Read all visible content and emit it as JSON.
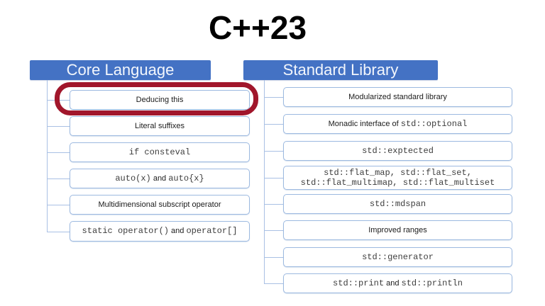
{
  "title": "C++23",
  "columns": [
    {
      "id": "core-language",
      "header": "Core Language",
      "items": [
        {
          "highlighted": true,
          "lines": [
            [
              {
                "text": "Deducing this",
                "mono": false
              }
            ]
          ]
        },
        {
          "lines": [
            [
              {
                "text": "Literal suffixes",
                "mono": false
              }
            ]
          ]
        },
        {
          "lines": [
            [
              {
                "text": "if consteval",
                "mono": true
              }
            ]
          ]
        },
        {
          "lines": [
            [
              {
                "text": "auto(x)",
                "mono": true
              },
              {
                "text": " and ",
                "mono": false
              },
              {
                "text": "auto{x}",
                "mono": true
              }
            ]
          ]
        },
        {
          "lines": [
            [
              {
                "text": "Multidimensional subscript operator",
                "mono": false
              }
            ]
          ]
        },
        {
          "lines": [
            [
              {
                "text": "static operator()",
                "mono": true
              },
              {
                "text": " and ",
                "mono": false
              },
              {
                "text": "operator[]",
                "mono": true
              }
            ]
          ]
        }
      ]
    },
    {
      "id": "standard-library",
      "header": "Standard Library",
      "items": [
        {
          "lines": [
            [
              {
                "text": "Modularized standard library",
                "mono": false
              }
            ]
          ]
        },
        {
          "lines": [
            [
              {
                "text": "Monadic interface of ",
                "mono": false
              },
              {
                "text": "std::optional",
                "mono": true
              }
            ]
          ]
        },
        {
          "lines": [
            [
              {
                "text": "std::exptected",
                "mono": true
              }
            ]
          ]
        },
        {
          "lines": [
            [
              {
                "text": "std::flat_map, std::flat_set,",
                "mono": true
              }
            ],
            [
              {
                "text": "std::flat_multimap, std::flat_multiset",
                "mono": true
              }
            ]
          ]
        },
        {
          "lines": [
            [
              {
                "text": "std::mdspan",
                "mono": true
              }
            ]
          ]
        },
        {
          "lines": [
            [
              {
                "text": "Improved ranges",
                "mono": false
              }
            ]
          ]
        },
        {
          "lines": [
            [
              {
                "text": "std::generator",
                "mono": true
              }
            ]
          ]
        },
        {
          "lines": [
            [
              {
                "text": "std::print",
                "mono": true
              },
              {
                "text": " and ",
                "mono": false
              },
              {
                "text": "std::println",
                "mono": true
              }
            ]
          ]
        }
      ]
    }
  ],
  "colors": {
    "header_bg": "#4472C4",
    "header_text": "#F2F6FC",
    "box_border": "#9CB9E0",
    "connector_line": "#A9C0E4",
    "highlight_ring": "#A1162B",
    "title_text": "#000000"
  }
}
